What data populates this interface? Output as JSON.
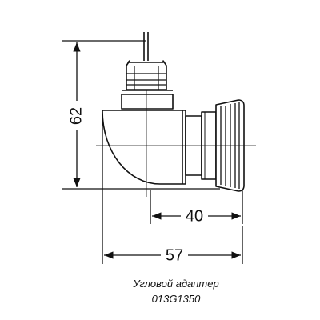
{
  "drawing": {
    "dimensions": {
      "height_label": "62",
      "partial_width_label": "40",
      "total_width_label": "57"
    },
    "caption": {
      "name": "Угловой адаптер",
      "code": "013G1350"
    }
  }
}
